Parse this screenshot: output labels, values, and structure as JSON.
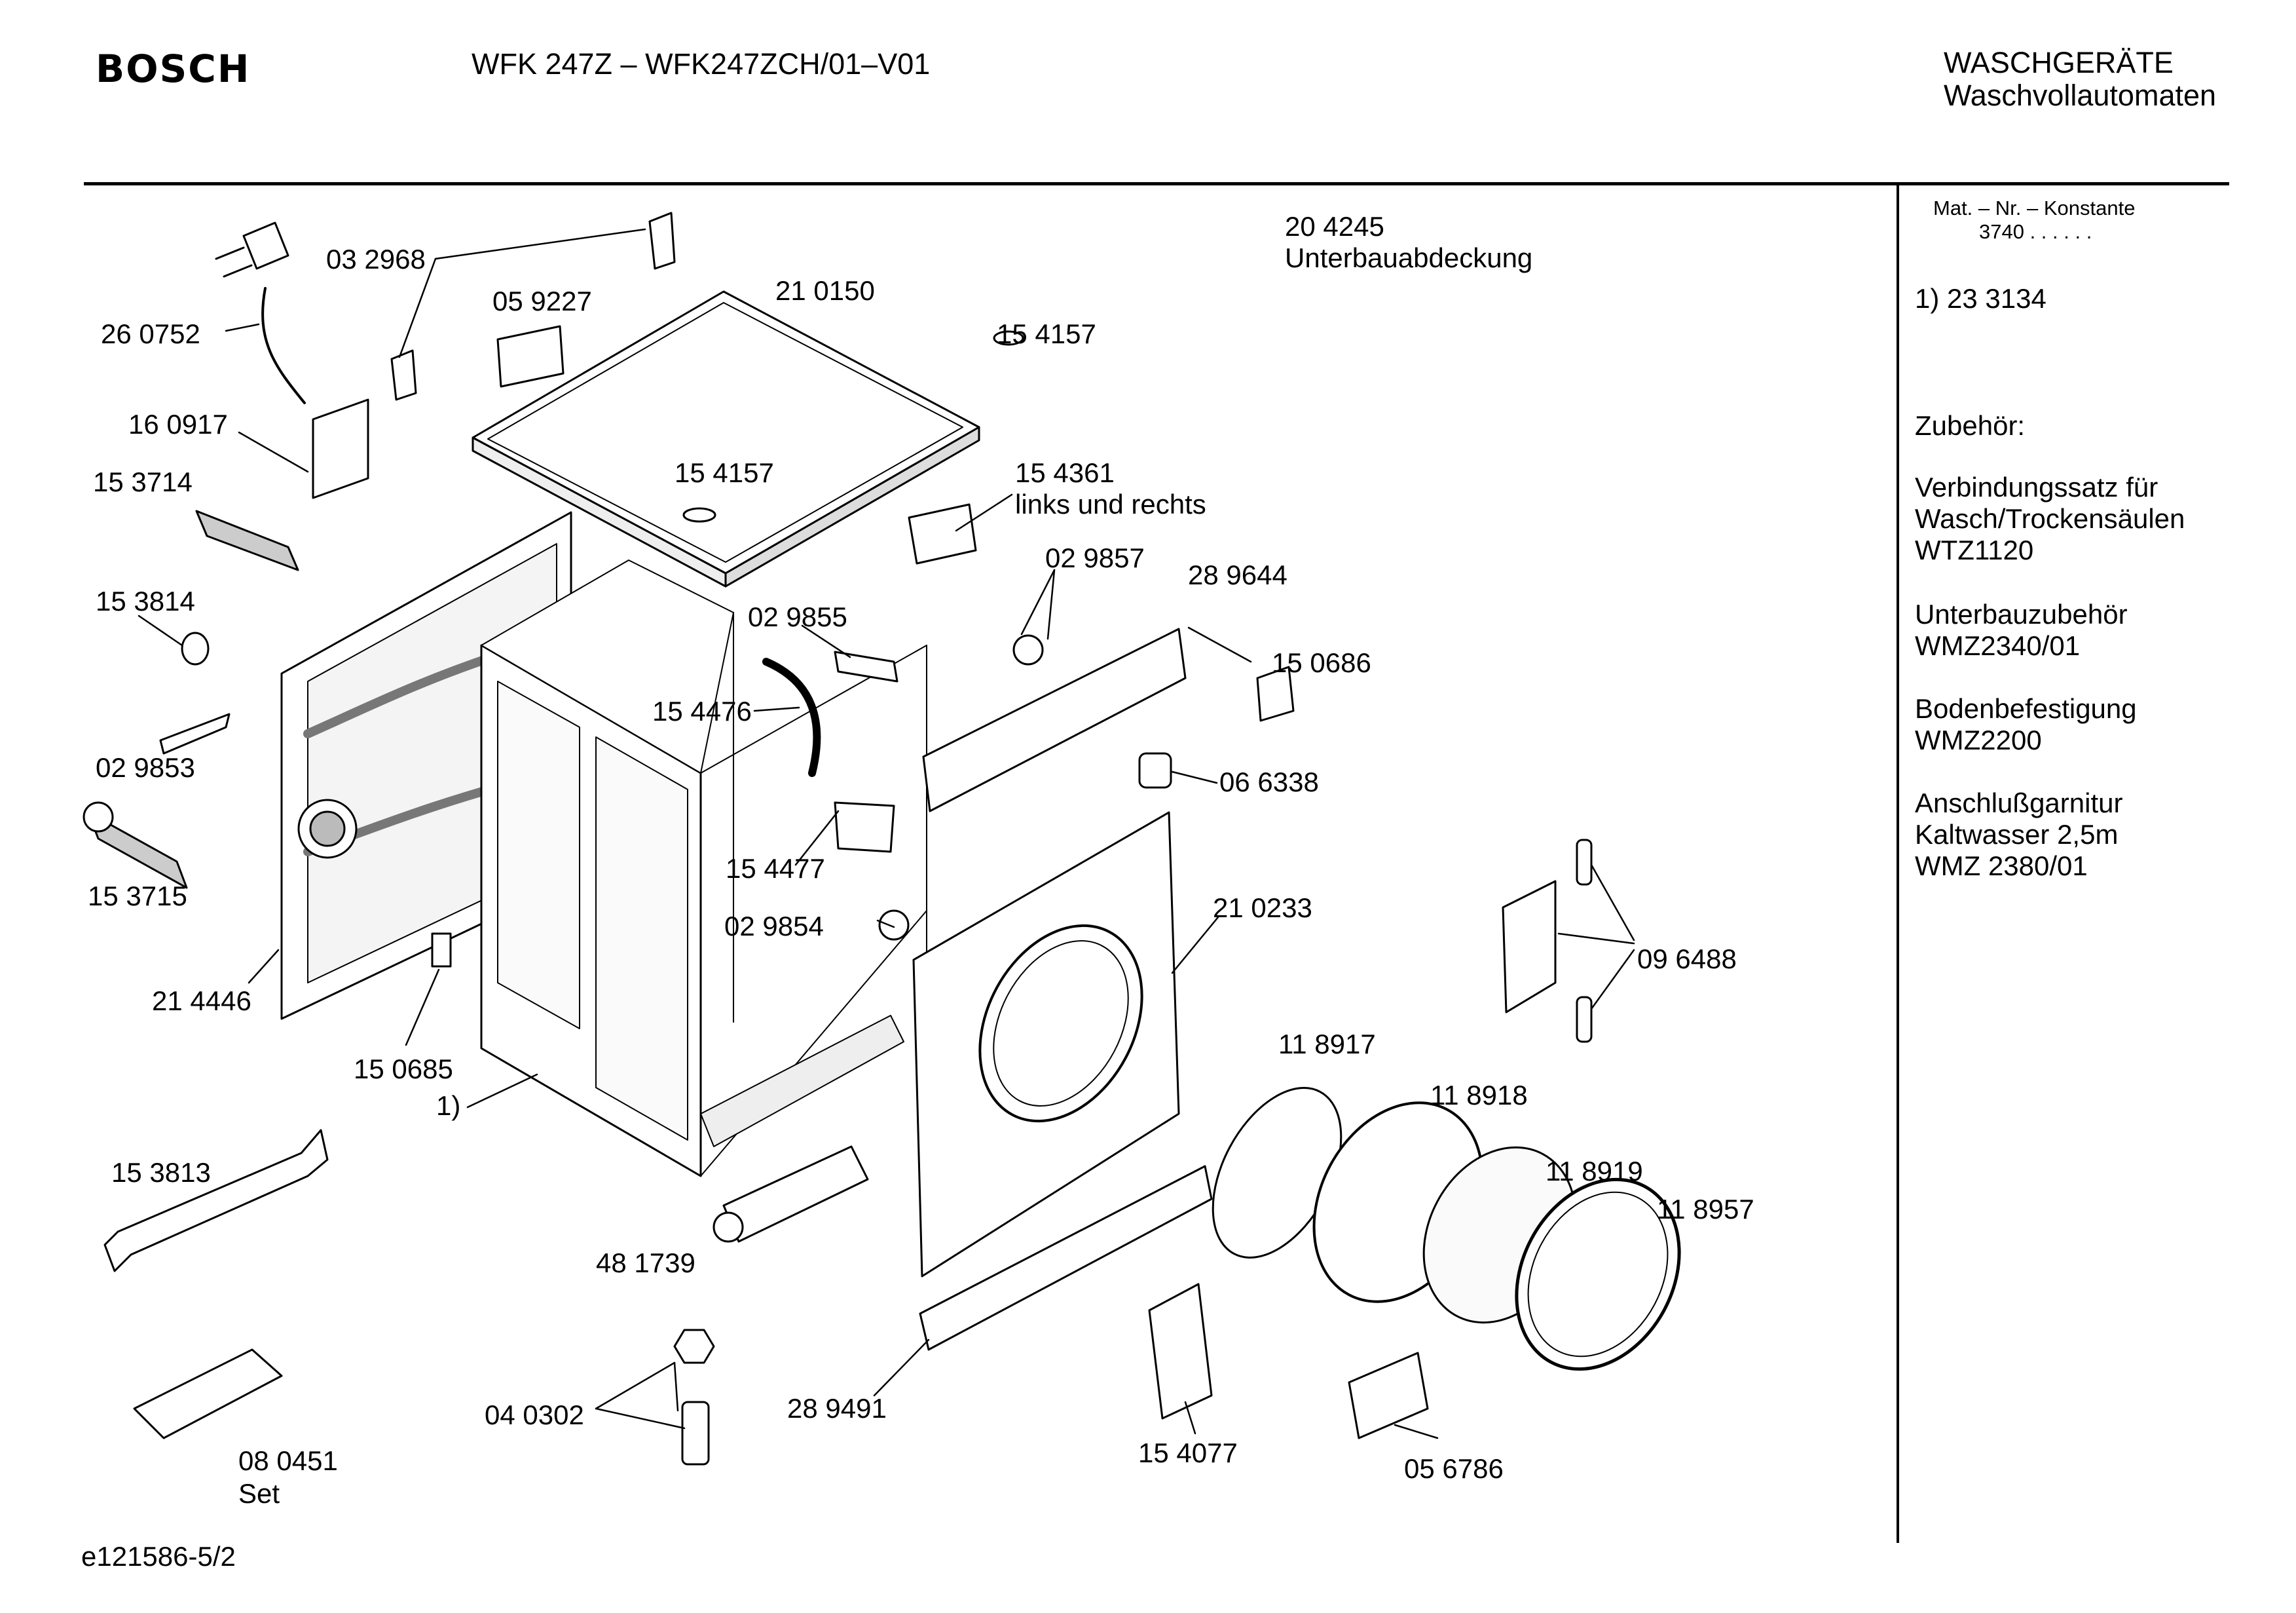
{
  "header": {
    "brand": "BOSCH",
    "model": "WFK 247Z – WFK247ZCH/01–V01",
    "category": "WASCHGERÄTE",
    "subcategory": "Waschvollautomaten"
  },
  "sidebar": {
    "mat_nr_label": "Mat. – Nr. – Konstante",
    "mat_nr_value": "3740  .  .  .  .  .  .",
    "footnote": "1)  23 3134",
    "accessories_title": "Zubehör:",
    "accessories": [
      {
        "line1": "Verbindungssatz für",
        "line2": "Wasch/Trockensäulen",
        "line3": "WTZ1120"
      },
      {
        "line1": "Unterbauzubehör",
        "line2": "WMZ2340/01",
        "line3": ""
      },
      {
        "line1": "Bodenbefestigung",
        "line2": "WMZ2200",
        "line3": ""
      },
      {
        "line1": "Anschlußgarnitur",
        "line2": "Kaltwasser 2,5m",
        "line3": "WMZ 2380/01"
      }
    ]
  },
  "callouts": {
    "c_204245": "20 4245",
    "c_204245_desc": "Unterbauabdeckung",
    "c_032968": "03 2968",
    "c_260752": "26 0752",
    "c_059227": "05 9227",
    "c_210150": "21 0150",
    "c_154157a": "15 4157",
    "c_160917": "16 0917",
    "c_153714": "15 3714",
    "c_154157b": "15 4157",
    "c_154361": "15 4361",
    "c_154361_desc": "links und rechts",
    "c_029857": "02 9857",
    "c_289644": "28 9644",
    "c_153814": "15 3814",
    "c_029855": "02 9855",
    "c_150686": "15 0686",
    "c_154476": "15 4476",
    "c_029853": "02 9853",
    "c_066338": "06 6338",
    "c_153715": "15 3715",
    "c_154477": "15 4477",
    "c_210233": "21 0233",
    "c_029854": "02 9854",
    "c_096488": "09 6488",
    "c_214446": "21 4446",
    "c_118917": "11 8917",
    "c_150685": "15 0685",
    "c_ref1": "1)",
    "c_118918": "11 8918",
    "c_118919": "11 8919",
    "c_153813": "15 3813",
    "c_118957": "11 8957",
    "c_481739": "48 1739",
    "c_040302": "04 0302",
    "c_289491": "28 9491",
    "c_154077": "15 4077",
    "c_056786": "05 6786",
    "c_080451": "08 0451",
    "c_080451_desc": "Set"
  },
  "footer": {
    "drawing_id": "e121586-5/2"
  }
}
